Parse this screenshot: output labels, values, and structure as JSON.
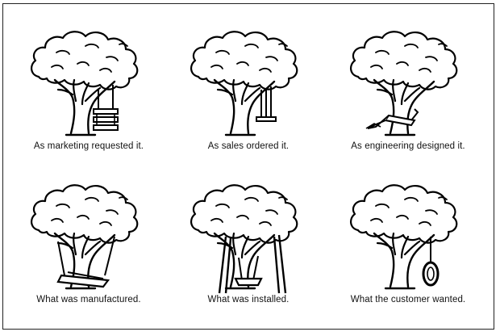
{
  "title": "Tree swing cartoon",
  "panels": [
    {
      "caption": "As marketing requested it."
    },
    {
      "caption": "As sales ordered it."
    },
    {
      "caption": "As engineering designed it."
    },
    {
      "caption": "What was manufactured."
    },
    {
      "caption": "What was installed."
    },
    {
      "caption": "What the customer wanted."
    }
  ]
}
